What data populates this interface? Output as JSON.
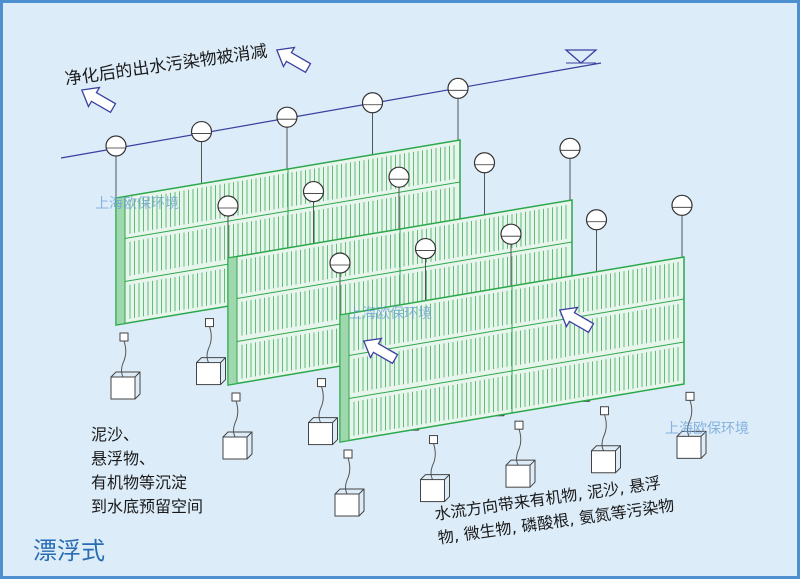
{
  "title": "净化后的出水污染物被消减",
  "sediment_note": "泥沙、\n悬浮物、\n有机物等沉淀\n到水底预留空间",
  "flow_note": "水流方向带来有机物, 泥沙, 悬浮\n物, 微生物, 磷酸根, 氨氮等污染物",
  "type_label": "漂浮式",
  "watermark": "上海欧保环境",
  "colors": {
    "panel": "#2aa84a",
    "water_line": "#3a3fa0",
    "arrow": "#3a3fa0",
    "frame": "#4d8fcf",
    "background": "#dcecf9",
    "type_label": "#2a6cb3"
  }
}
